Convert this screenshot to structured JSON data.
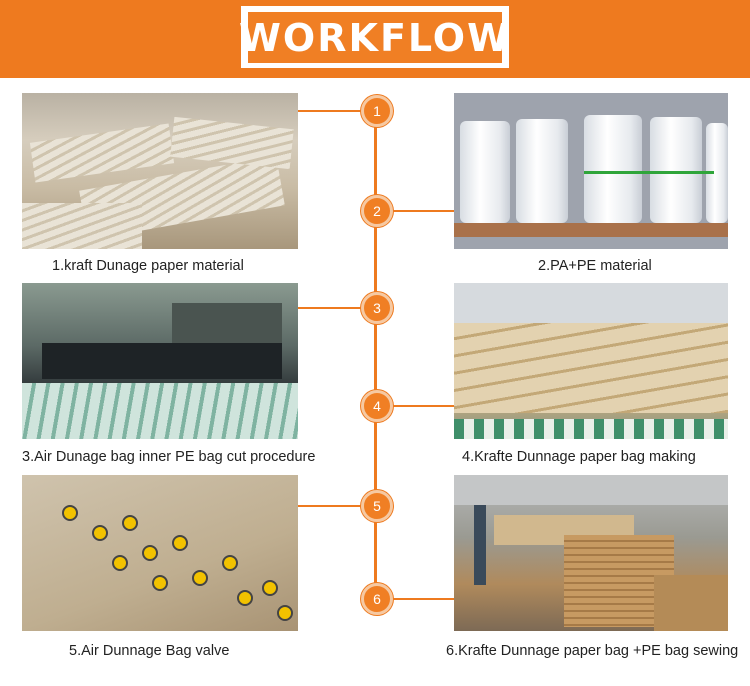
{
  "header": {
    "title": "WORKFLOW"
  },
  "colors": {
    "accent": "#ee7a1f",
    "node_ring": "#f6c9a2",
    "text": "#222222"
  },
  "steps": [
    {
      "number": "1",
      "caption": "1.kraft Dunage paper material"
    },
    {
      "number": "2",
      "caption": "2.PA+PE material"
    },
    {
      "number": "3",
      "caption": "3.Air Dunage bag inner PE bag cut procedure"
    },
    {
      "number": "4",
      "caption": "4.Krafte Dunnage paper bag making"
    },
    {
      "number": "5",
      "caption": "5.Air Dunnage Bag valve"
    },
    {
      "number": "6",
      "caption": "6.Krafte Dunnage paper bag +PE bag sewing"
    }
  ]
}
